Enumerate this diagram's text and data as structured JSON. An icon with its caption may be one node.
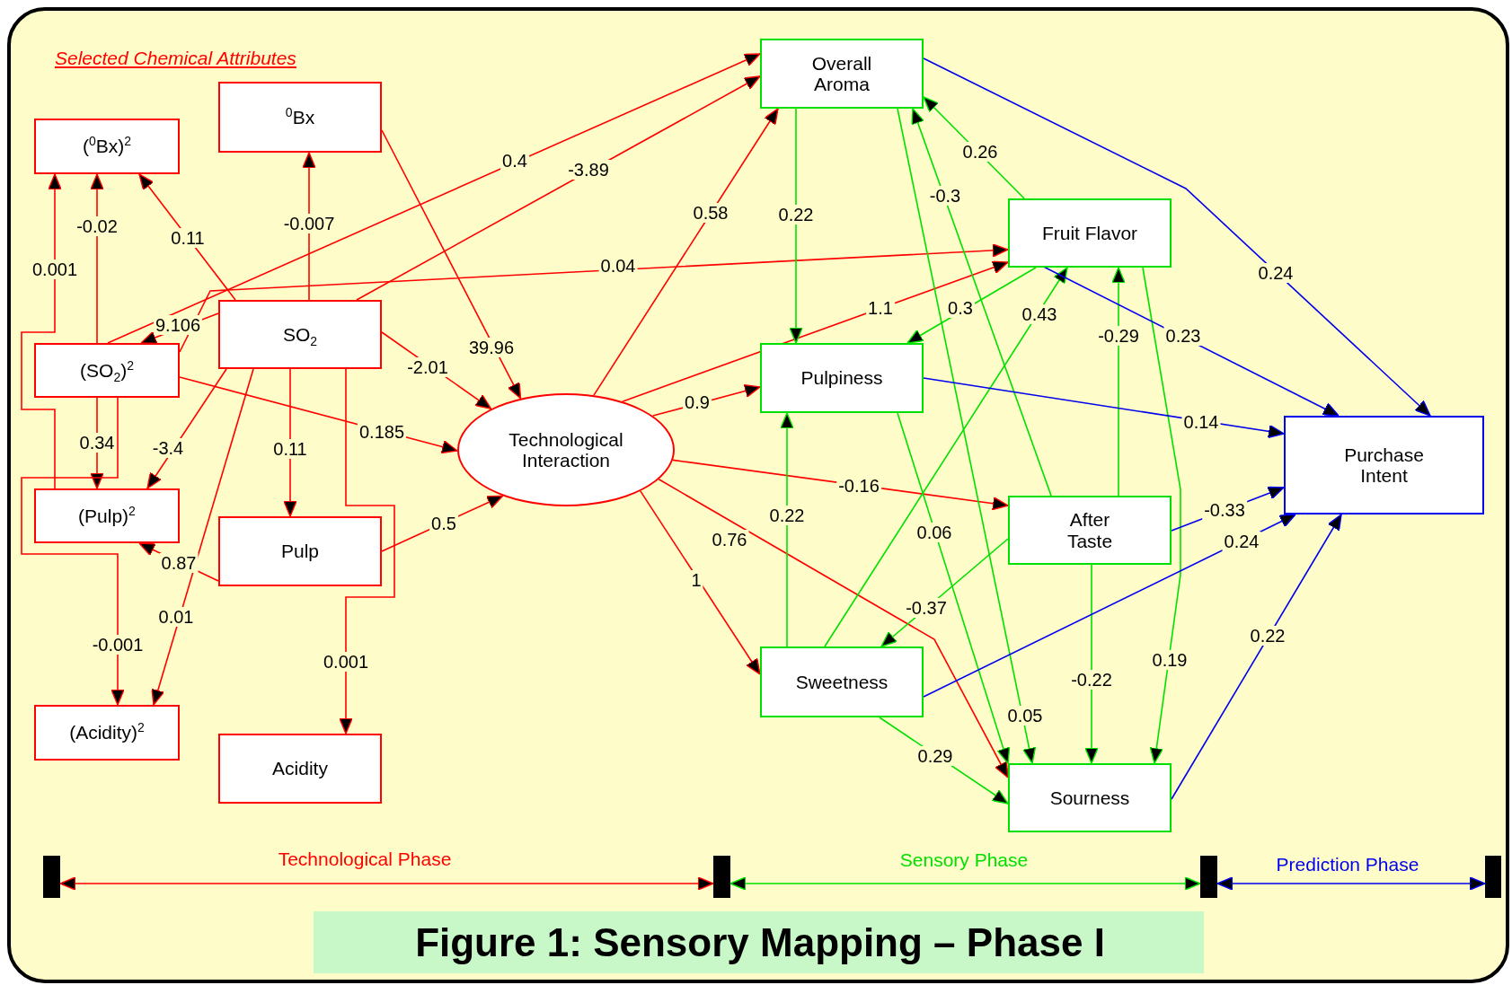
{
  "diagram": {
    "caption": "Figure 1: Sensory Mapping – Phase I",
    "nodes": [
      {
        "text": [
          "($^{0}$Bx)$^{2}$"
        ]
      },
      {
        "text": [
          "$^{0}$Bx"
        ]
      },
      {
        "text": [
          "SO$_{2}$"
        ]
      },
      {
        "text": [
          "(SO$_{2}$)$^{2}$"
        ]
      },
      {
        "text": [
          "(Pulp)$^{2}$"
        ]
      },
      {
        "text": [
          "Pulp"
        ]
      },
      {
        "text": [
          "(Acidity)$^{2}$"
        ]
      },
      {
        "text": [
          "Acidity"
        ]
      },
      {
        "text": [
          "Technological Interaction"
        ]
      },
      {
        "text": [
          "Overall Aroma"
        ]
      },
      {
        "text": [
          "Fruit Flavor"
        ]
      },
      {
        "text": [
          "Pulpiness"
        ]
      },
      {
        "text": [
          "After Taste"
        ]
      },
      {
        "text": [
          "Sweetness"
        ]
      },
      {
        "text": [
          "Sourness"
        ]
      },
      {
        "text": [
          "Purchase Intent"
        ]
      }
    ],
    "edges": [
      {
        "from": 4,
        "to": 0,
        "arrow": "to",
        "label": "0.001"
      },
      {
        "from": 3,
        "to": 0,
        "arrow": "to",
        "label": "-0.02"
      },
      {
        "from": 2,
        "to": 0,
        "arrow": "to",
        "label": "0.11"
      },
      {
        "from": 2,
        "to": 1,
        "arrow": "to",
        "label": "-0.007"
      },
      {
        "from": 2,
        "to": 3,
        "arrow": "to",
        "label": "9.106"
      },
      {
        "from": 3,
        "to": 9,
        "arrow": "to",
        "label": "0.4"
      },
      {
        "from": 2,
        "to": 9,
        "arrow": "to",
        "label": "-3.89"
      },
      {
        "from": 3,
        "to": 10,
        "arrow": "to",
        "label": "0.04"
      },
      {
        "from": 1,
        "to": 8,
        "arrow": "to",
        "label": "39.96"
      },
      {
        "from": 2,
        "to": 8,
        "arrow": "to",
        "label": "-2.01"
      },
      {
        "from": 3,
        "to": 8,
        "arrow": "to",
        "label": "0.185"
      },
      {
        "from": 2,
        "to": 4,
        "arrow": "to",
        "label": "-3.4"
      },
      {
        "from": 2,
        "to": 6,
        "arrow": "to",
        "label": "0.01"
      },
      {
        "from": 2,
        "to": 5,
        "arrow": "to",
        "label": "0.11"
      },
      {
        "from": 2,
        "to": 7,
        "arrow": "to",
        "label": "0.001"
      },
      {
        "from": 3,
        "to": 4,
        "arrow": "to",
        "label": "0.34"
      },
      {
        "from": 3,
        "to": 6,
        "arrow": "to",
        "label": "-0.001"
      },
      {
        "from": 5,
        "to": 4,
        "arrow": "to",
        "label": "0.87"
      },
      {
        "from": 5,
        "to": 8,
        "arrow": "to",
        "label": "0.5"
      },
      {
        "from": 8,
        "to": 9,
        "arrow": "to",
        "label": "0.58"
      },
      {
        "from": 8,
        "to": 11,
        "arrow": "to",
        "label": "0.9"
      },
      {
        "from": 8,
        "to": 10,
        "arrow": "to",
        "label": "1.1"
      },
      {
        "from": 8,
        "to": 12,
        "arrow": "to",
        "label": "-0.16"
      },
      {
        "from": 8,
        "to": 13,
        "arrow": "to",
        "label": "1"
      },
      {
        "from": 8,
        "to": 14,
        "arrow": "to",
        "label": "0.76"
      },
      {
        "from": 9,
        "to": 11,
        "arrow": "to",
        "label": "0.22",
        "color": "#00e000"
      },
      {
        "from": 10,
        "to": 9,
        "arrow": "to",
        "label": "0.26",
        "color": "#00e000"
      },
      {
        "from": 12,
        "to": 9,
        "arrow": "to",
        "label": "-0.3",
        "color": "#00e000"
      },
      {
        "from": 9,
        "to": 14,
        "arrow": "to",
        "label": "0.05",
        "color": "#00e000"
      },
      {
        "from": 10,
        "to": 11,
        "arrow": "to",
        "label": "0.3",
        "color": "#00e000"
      },
      {
        "from": 13,
        "to": 10,
        "arrow": "to",
        "label": "0.43",
        "color": "#00e000"
      },
      {
        "from": 12,
        "to": 10,
        "arrow": "to",
        "label": "-0.29",
        "color": "#00e000"
      },
      {
        "from": 10,
        "to": 14,
        "arrow": "to",
        "label": "0.19",
        "color": "#00e000"
      },
      {
        "from": 11,
        "to": 14,
        "arrow": "to",
        "label": "0.06",
        "color": "#00e000"
      },
      {
        "from": 12,
        "to": 13,
        "arrow": "to",
        "label": "-0.37",
        "color": "#00e000"
      },
      {
        "from": 12,
        "to": 14,
        "arrow": "to",
        "label": "-0.22",
        "color": "#00e000"
      },
      {
        "from": 13,
        "to": 11,
        "arrow": "to",
        "label": "0.22",
        "color": "#00e000"
      },
      {
        "from": 13,
        "to": 14,
        "arrow": "to",
        "label": "0.29",
        "color": "#00e000"
      },
      {
        "from": 9,
        "to": 15,
        "arrow": "to",
        "label": "0.24",
        "color": "#0000ee"
      },
      {
        "from": 10,
        "to": 15,
        "arrow": "to",
        "label": "0.23",
        "color": "#0000ee"
      },
      {
        "from": 11,
        "to": 15,
        "arrow": "to",
        "label": "0.14",
        "color": "#0000ee"
      },
      {
        "from": 12,
        "to": 15,
        "arrow": "to",
        "label": "-0.33",
        "color": "#0000ee"
      },
      {
        "from": 13,
        "to": 15,
        "arrow": "to",
        "label": "0.24",
        "color": "#0000ee"
      },
      {
        "from": 14,
        "to": 15,
        "arrow": "to",
        "label": "0.22",
        "color": "#0000ee"
      }
    ],
    "labels": [
      "Selected Chemical Attributes",
      "Technological Phase",
      "Sensory Phase",
      "Prediction Phase"
    ]
  }
}
